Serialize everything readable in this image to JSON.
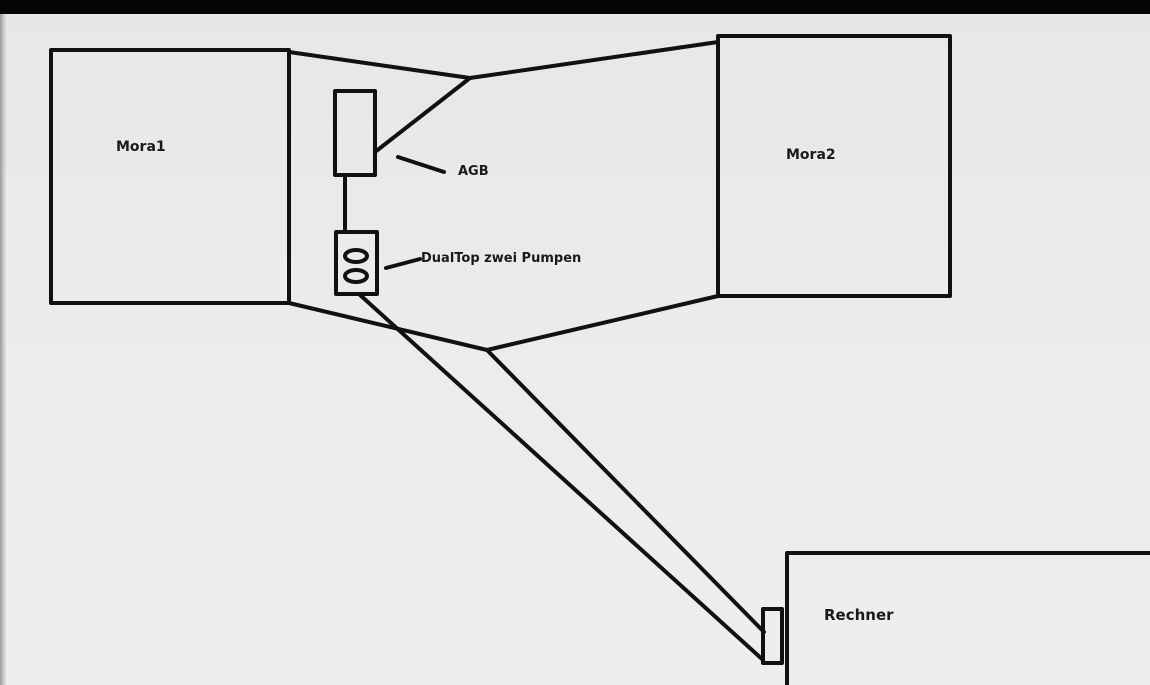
{
  "labels": {
    "mora1": "Mora1",
    "mora2": "Mora2",
    "agb": "AGB",
    "dualtop": "DualTop zwei Pumpen",
    "rechner": "Rechner"
  },
  "colors": {
    "line": "#111111",
    "paper": "#ebebe9",
    "bezel": "#000000"
  }
}
